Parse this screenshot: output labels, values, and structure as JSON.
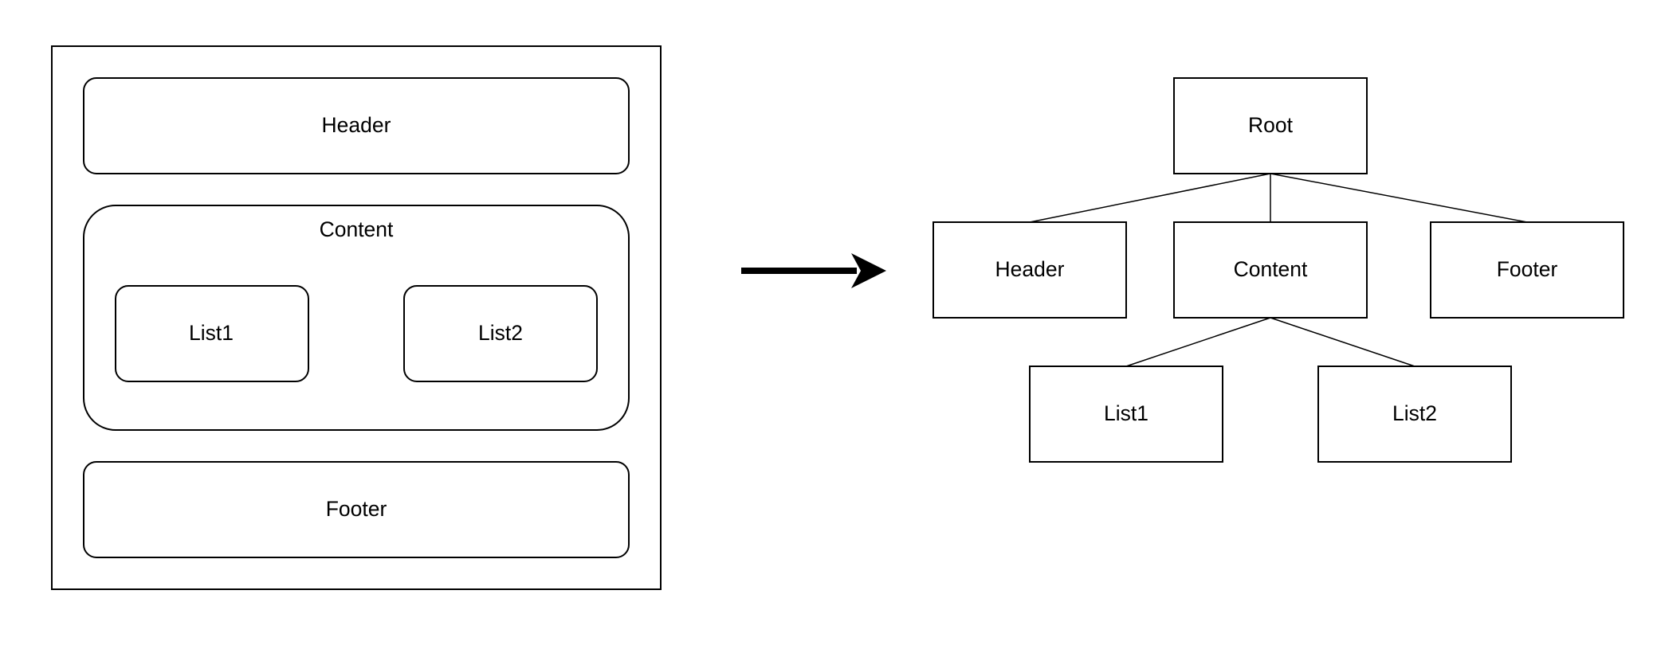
{
  "layout_diagram": {
    "header_label": "Header",
    "content_label": "Content",
    "list1_label": "List1",
    "list2_label": "List2",
    "footer_label": "Footer"
  },
  "tree_diagram": {
    "root_label": "Root",
    "header_label": "Header",
    "content_label": "Content",
    "footer_label": "Footer",
    "list1_label": "List1",
    "list2_label": "List2"
  },
  "colors": {
    "stroke": "#000000",
    "background": "#ffffff"
  }
}
